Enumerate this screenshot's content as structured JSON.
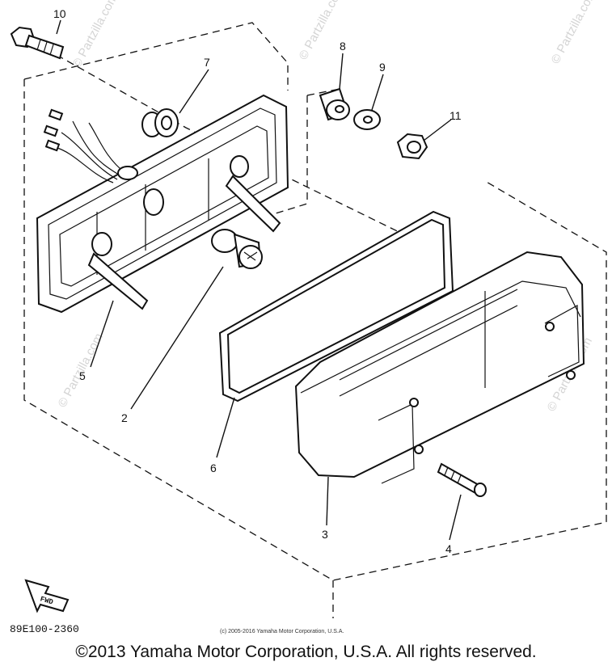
{
  "diagram": {
    "callouts": {
      "c1": "10",
      "c2": "7",
      "c3": "8",
      "c4": "9",
      "c5": "11",
      "c6": "5",
      "c7": "2",
      "c8": "6",
      "c9": "3",
      "c10": "4"
    },
    "fwd_label": "FWD",
    "part_code": "89E100-2360",
    "small_copyright": "(c) 2005-2016 Yamaha Motor Corporation, U.S.A.",
    "watermark": "© Partzilla.com"
  },
  "footer": {
    "copyright": "©2013 Yamaha Motor Corporation, U.S.A. All rights reserved."
  }
}
